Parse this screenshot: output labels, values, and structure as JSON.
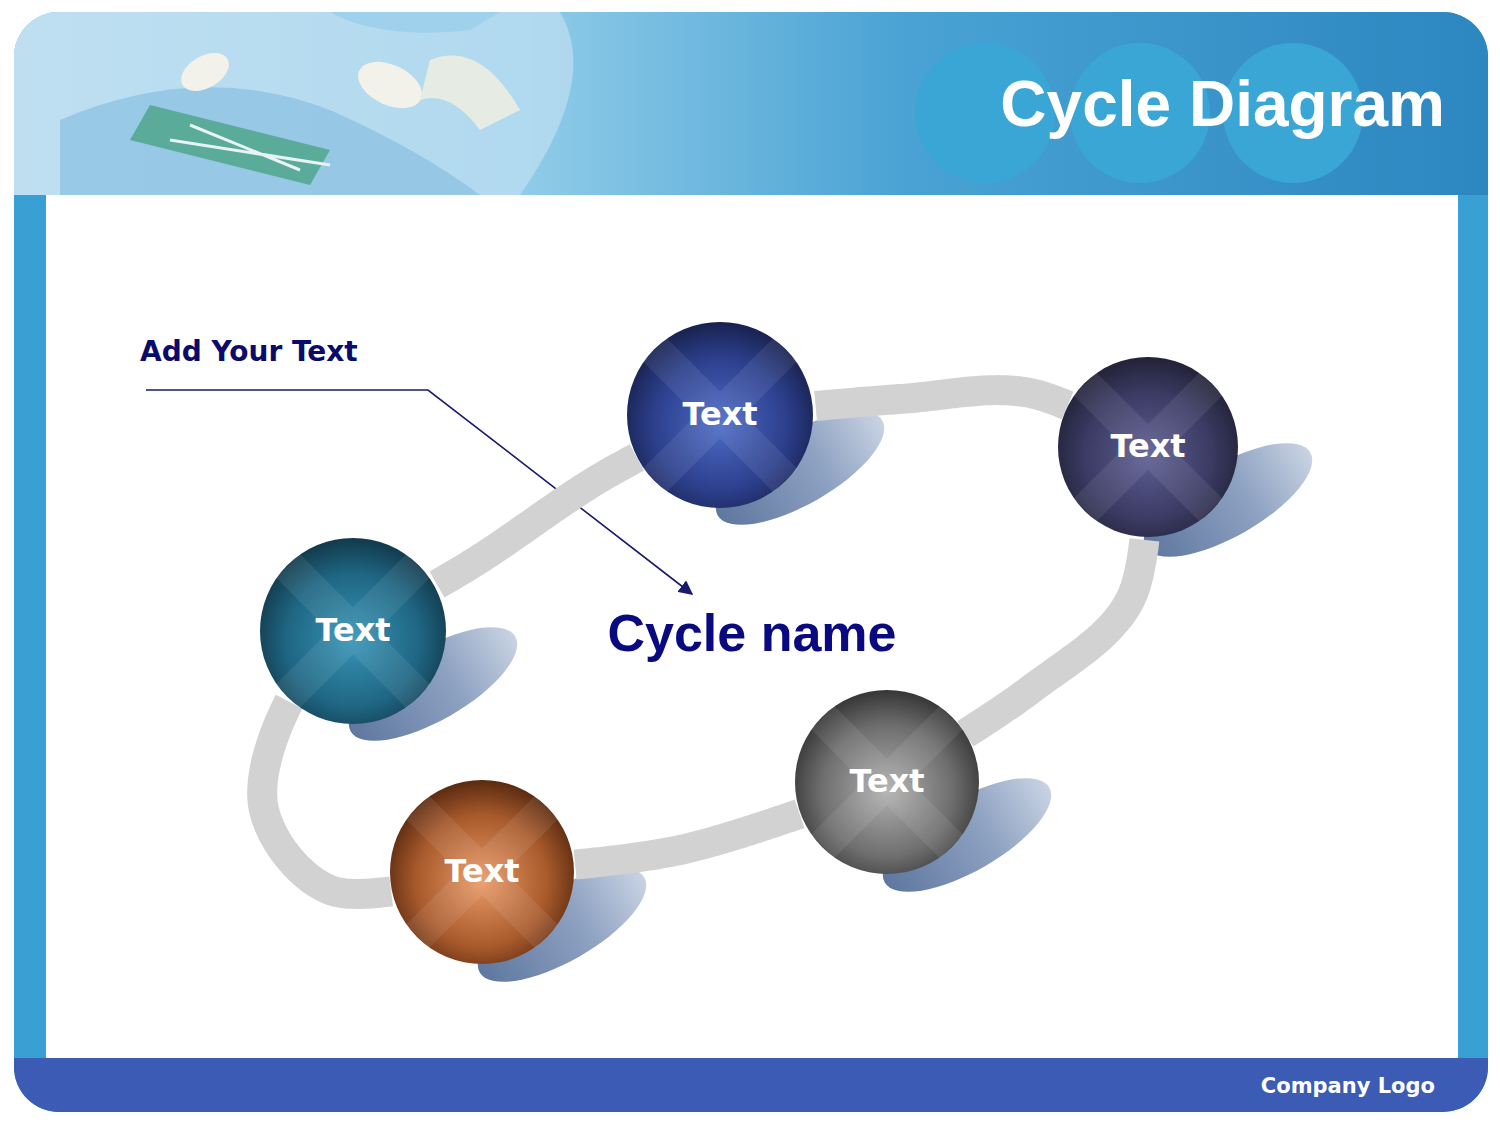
{
  "diagram": {
    "title": "Cycle Diagram",
    "nodes": [
      {
        "text": [
          "Text"
        ]
      },
      {
        "text": [
          "Text"
        ]
      },
      {
        "text": [
          "Text"
        ]
      },
      {
        "text": [
          "Text"
        ]
      },
      {
        "text": [
          "Text"
        ]
      }
    ],
    "edges": [
      {
        "from": 0,
        "to": 1,
        "arrow": "none"
      },
      {
        "from": 1,
        "to": 3,
        "arrow": "none"
      },
      {
        "from": 3,
        "to": 4,
        "arrow": "none"
      },
      {
        "from": 4,
        "to": 2,
        "arrow": "none"
      },
      {
        "from": 2,
        "to": 0,
        "arrow": "none"
      }
    ],
    "labels": [
      "Add Your Text",
      "Cycle name",
      "Company Logo"
    ]
  }
}
